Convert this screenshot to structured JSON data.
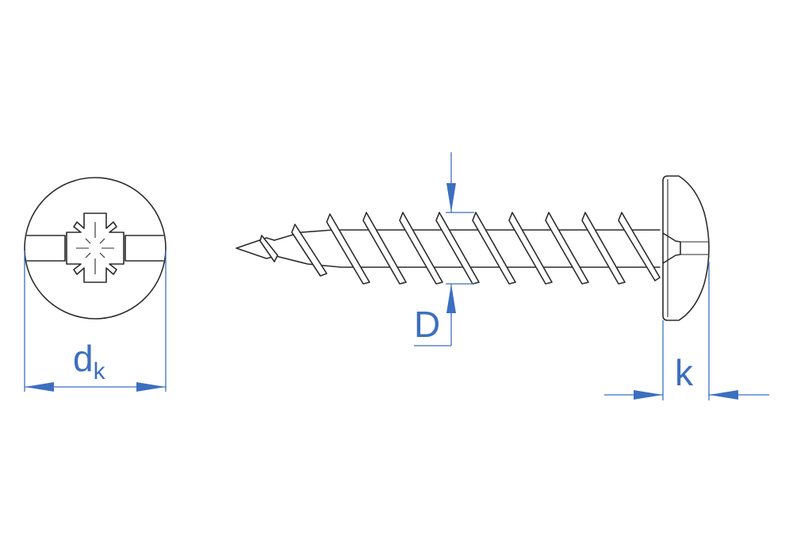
{
  "colors": {
    "outline": "#2b2b2b",
    "dimension": "#3c6fc0",
    "background": "#ffffff"
  },
  "labels": {
    "head_diameter": "d",
    "head_diameter_subscript": "k",
    "thread_diameter": "D",
    "head_height": "k"
  }
}
